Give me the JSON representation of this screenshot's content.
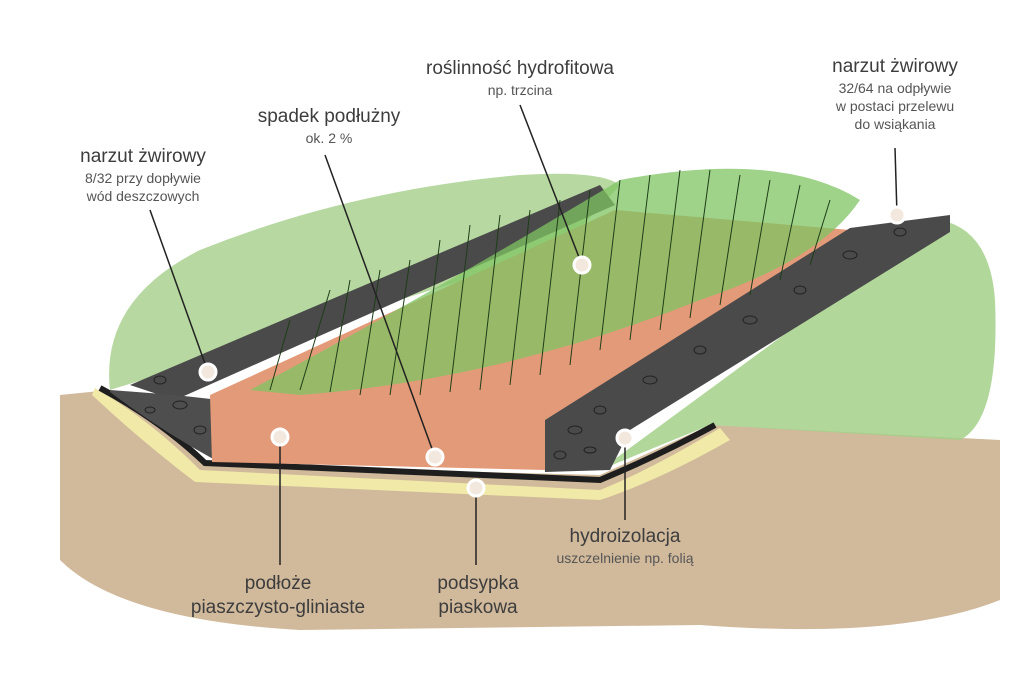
{
  "colors": {
    "grass": "#9ccb7e",
    "soil": "#c9ad8a",
    "substrate": "#e39a78",
    "gravel": "#4a4a4a",
    "sand": "#f0e9a8",
    "reed": "#5fb24a",
    "text": "#3d3d3d"
  },
  "labels": {
    "gravel_left": {
      "title": "narzut żwirowy",
      "sub": [
        "8/32 przy dopływie",
        "wód deszczowych"
      ]
    },
    "slope": {
      "title": "spadek podłużny",
      "sub": [
        "ok. 2 %"
      ]
    },
    "vegetation": {
      "title": "roślinność hydrofitowa",
      "sub": [
        "np. trzcina"
      ]
    },
    "gravel_right": {
      "title": "narzut żwirowy",
      "sub": [
        "32/64 na odpływie",
        "w postaci przelewu",
        "do wsiąkania"
      ]
    },
    "waterproofing": {
      "title": "hydroizolacja",
      "sub": [
        "uszczelnienie np. folią"
      ]
    },
    "substrate": {
      "title": [
        "podłoże",
        "piaszczysto-gliniaste"
      ]
    },
    "sand_bed": {
      "title": [
        "podsypka",
        "piaskowa"
      ]
    }
  }
}
